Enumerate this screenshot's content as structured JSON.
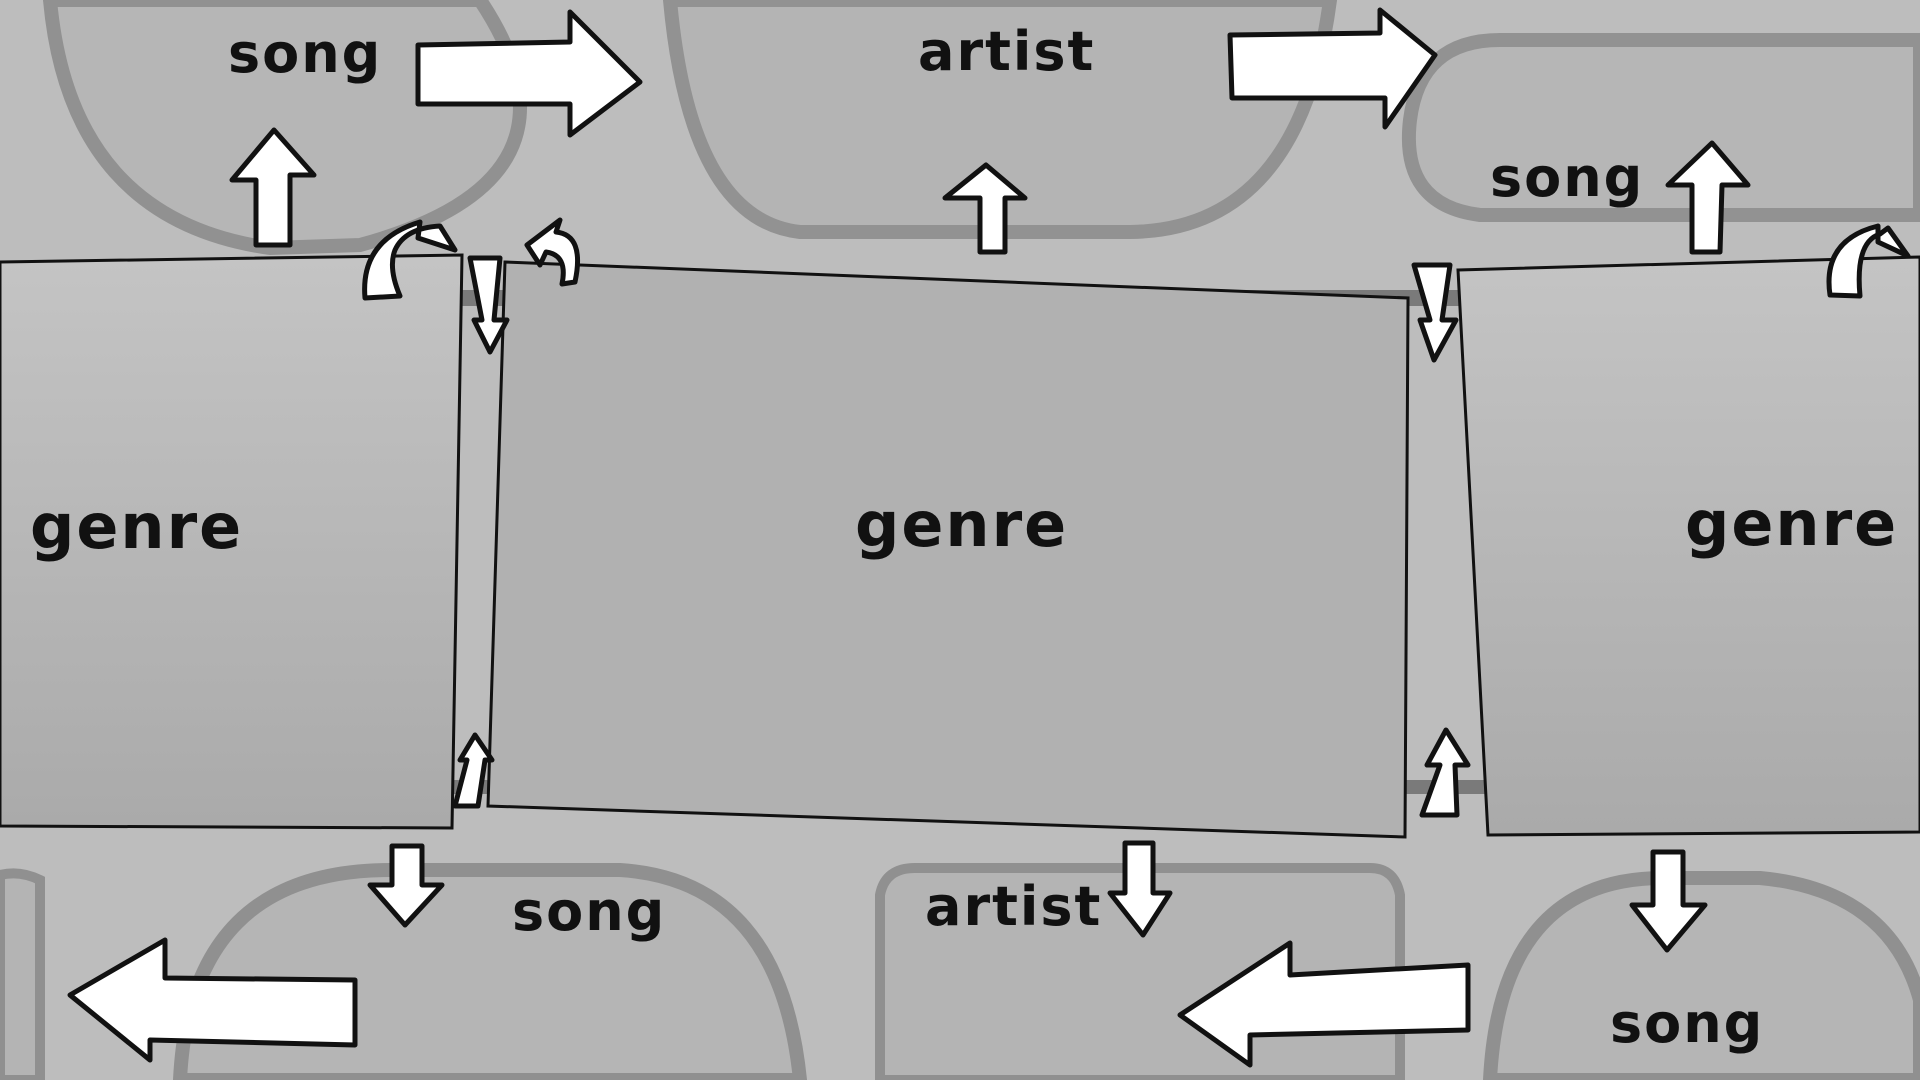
{
  "labels": {
    "top_left": "song",
    "top_center": "artist",
    "top_right": "song",
    "mid_left": "genre",
    "mid_center": "genre",
    "mid_right": "genre",
    "bottom_left": "song",
    "bottom_center": "artist",
    "bottom_right": "song"
  },
  "icons": {
    "big_arrow": "arrow-right-icon",
    "small_arrow": "arrow-up-icon",
    "curved_arrow": "curved-arrow-icon"
  },
  "colors": {
    "background": "#bdbdbd",
    "card": "#b0b0b0",
    "card_mid": "#aeaeae",
    "arrow_fill": "#ffffff",
    "ink": "#111111"
  }
}
